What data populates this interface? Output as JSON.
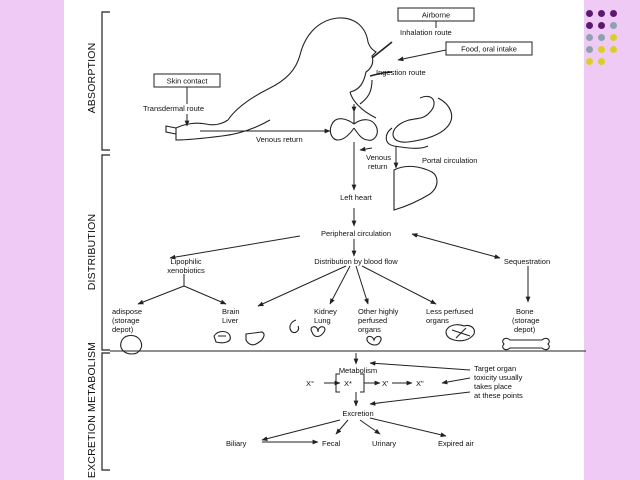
{
  "colors": {
    "background": "#ffffff",
    "side_band": "#eecaf5",
    "line": "#222222",
    "dot_purple": "#5a1a6e",
    "dot_gray": "#8ea2ae",
    "dot_yellow": "#d9cd2f"
  },
  "decoration": {
    "dot_grid": [
      [
        "purple",
        "purple",
        "purple"
      ],
      [
        "purple",
        "purple",
        "gray"
      ],
      [
        "gray",
        "gray",
        "yellow"
      ],
      [
        "gray",
        "yellow",
        "yellow"
      ],
      [
        "yellow",
        "yellow",
        ""
      ]
    ]
  },
  "sections": {
    "absorption": "ABSORPTION",
    "distribution": "DISTRIBUTION",
    "excretion_metabolism": "EXCRETION METABOLISM"
  },
  "absorption": {
    "airborne": "Airborne",
    "inhalation_route": "Inhalation route",
    "food_oral_intake": "Food, oral intake",
    "ingestion_route": "Ingestion route",
    "skin_contact": "Skin contact",
    "transdermal_route": "Transdermal route",
    "venous_return_arm": "Venous return",
    "venous_return_lung_1": "Venous",
    "venous_return_lung_2": "return",
    "portal_circulation": "Portal circulation"
  },
  "distribution": {
    "left_heart": "Left heart",
    "peripheral_circulation": "Peripheral circulation",
    "lipophilic_1": "Lipophilic",
    "lipophilic_2": "xenobiotics",
    "distribution_by_blood_flow": "Distribution by blood flow",
    "sequestration": "Sequestration",
    "adipose_1": "adispose",
    "adipose_2": "(storage",
    "adipose_3": "depot)",
    "brain": "Brain",
    "liver": "Liver",
    "kidney": "Kidney",
    "lung": "Lung",
    "other_1": "Other highly",
    "other_2": "perfused",
    "other_3": "organs",
    "less_1": "Less perfused",
    "less_2": "organs",
    "bone_1": "Bone",
    "bone_2": "(storage",
    "bone_3": "depot)"
  },
  "metabolism": {
    "metabolism": "Metabolism",
    "x0": "X°",
    "xstar": "X*",
    "xprime": "X'",
    "xdouble": "X\"",
    "target_1": "Target organ",
    "target_2": "toxicity usually",
    "target_3": "takes place",
    "target_4": "at these points"
  },
  "excretion": {
    "excretion": "Excretion",
    "biliary": "Biliary",
    "fecal": "Fecal",
    "urinary": "Urinary",
    "expired_air": "Expired air"
  }
}
